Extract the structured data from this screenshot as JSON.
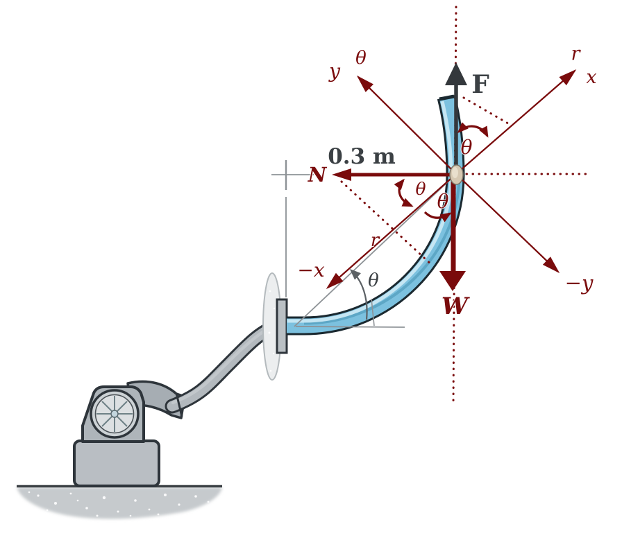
{
  "colors": {
    "vector_red": "#7a0b0c",
    "ink_gray": "#3b4044",
    "construction_gray": "#8d9296",
    "tube_blue": "#7cc1df",
    "tube_outline": "#1b2930",
    "machine_gray": "#b3b9be",
    "ground_gray": "#c6cacd"
  },
  "diagram": {
    "force_label": "F",
    "weight_label": "W",
    "normal_label": "N",
    "dimension_label": "0.3 m",
    "radial_label": "r",
    "axes": {
      "r": "r",
      "x": "x",
      "y": "y",
      "theta": "θ",
      "neg_x": "−x",
      "neg_y": "−y"
    },
    "angles": {
      "top": "θ",
      "at_normal": "θ",
      "at_weight": "θ",
      "at_wall": "θ"
    }
  }
}
